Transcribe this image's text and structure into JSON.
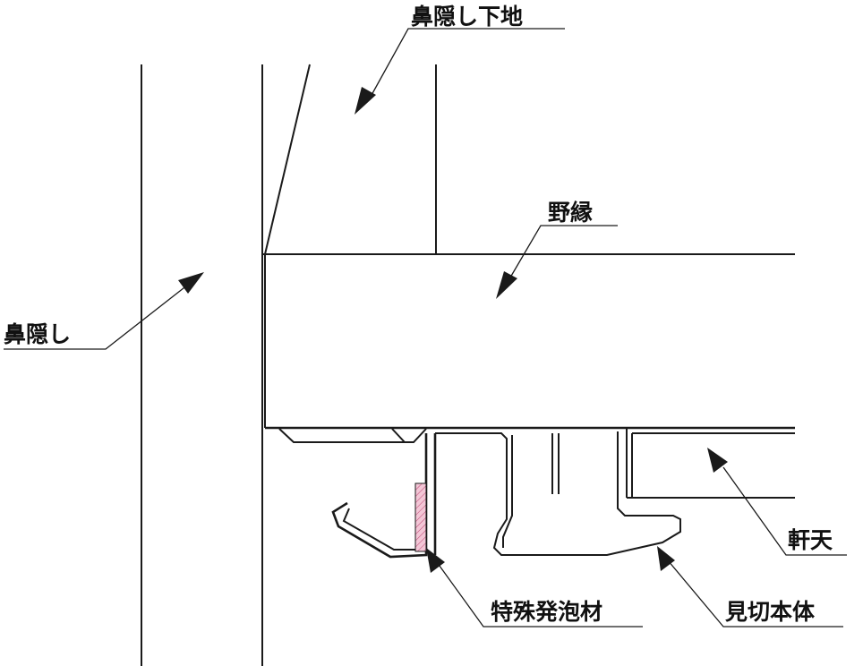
{
  "labels": {
    "hanakakushi_shitaji": "鼻隠し下地",
    "noen": "野縁",
    "hanakakushi": "鼻隠し",
    "nokiten": "軒天",
    "tokushu_happouzai": "特殊発泡材",
    "mikiri_hontai": "見切本体"
  },
  "colors": {
    "line": "#1a1a1a",
    "foam_fill": "#f3c6d6",
    "foam_hatch": "#c0507a"
  }
}
